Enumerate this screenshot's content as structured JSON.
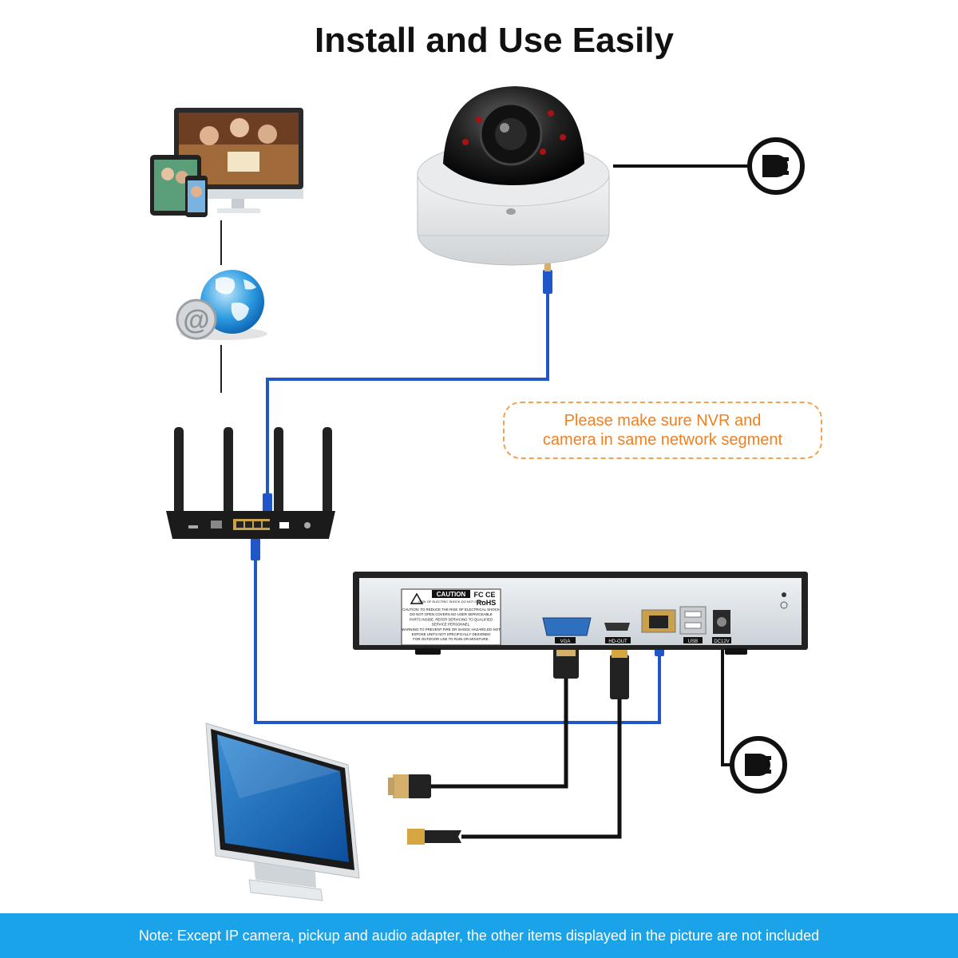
{
  "title": "Install and Use Easily",
  "note": {
    "line1": "Please make sure NVR and",
    "line2": "camera in same network segment"
  },
  "footer": "Note: Except IP camera, pickup and audio adapter, the other items displayed in the picture are not included",
  "nvr": {
    "caution_title": "CAUTION",
    "caution_sub": "RISK OF ELECTRIC SHOCK DO NOT OPEN",
    "caution_lines": [
      "CAUTION: TO REDUCE THE RISK OF ELECTRICAL SHOCK",
      "DO NOT OPEN COVERS.NO USER SERVICEABLE",
      "PARTS INSIDE. REFER SERVICING TO QUALIFIED",
      "SERVICE PERSONNEL.",
      "WARNING:TO PREVENT FIRE OR SHOCK HAZARD,DO NOT",
      "EXPOSE UNITS NOT SPECIFICALLY DESIGNED",
      "FOR OUTDOOR USE TO RAIN OR MOISTURE."
    ],
    "cert": "FC CE",
    "rohs": "RoHS",
    "ports": {
      "vga": "VGA",
      "hdmi": "HD-OUT",
      "usb": "USB",
      "power": "DC12V"
    }
  },
  "colors": {
    "network_cable": "#1f57c8",
    "note_border": "#f5a04c",
    "note_text": "#f08020",
    "footer_bg": "#1aa3e8"
  }
}
